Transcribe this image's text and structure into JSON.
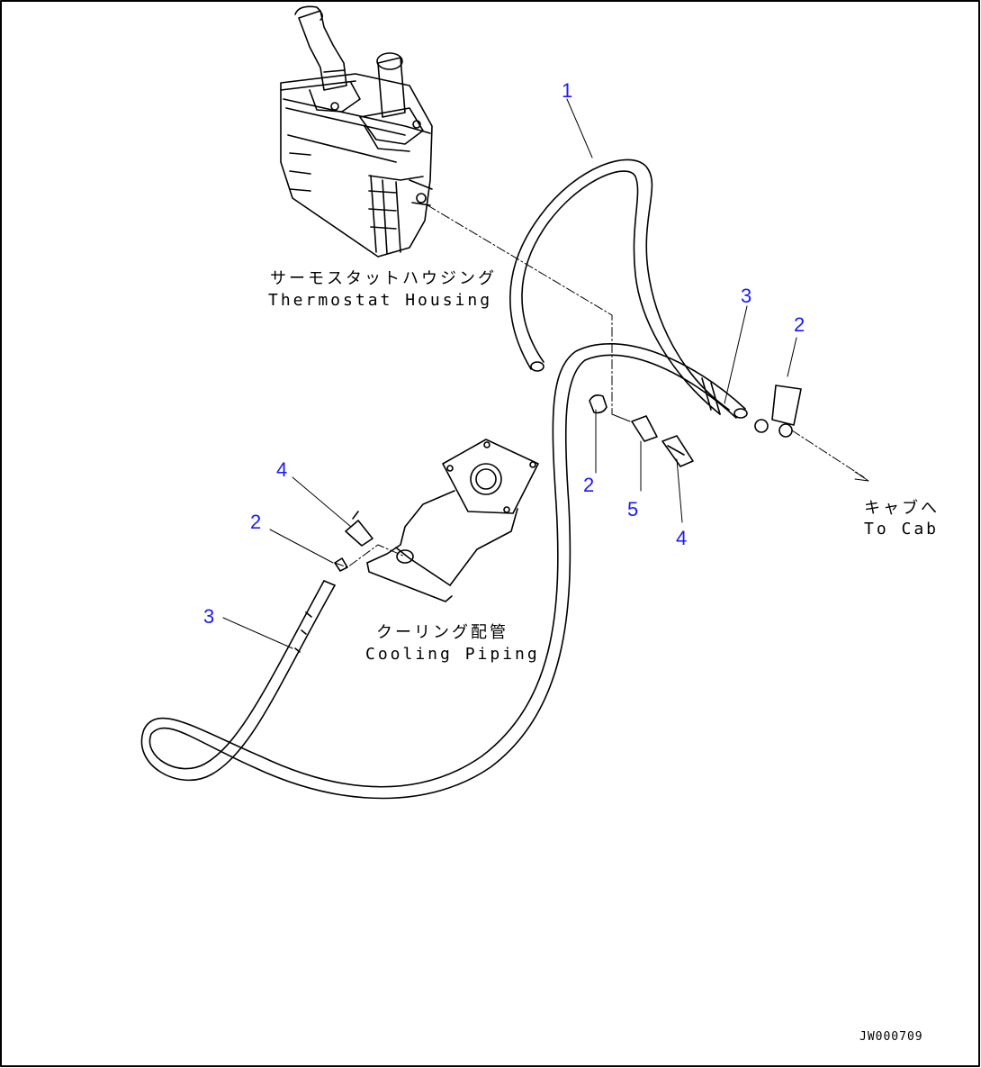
{
  "labels": {
    "thermostat_jp": "サーモスタットハウジング",
    "thermostat_en": "Thermostat Housing",
    "cooling_jp": "クーリング配管",
    "cooling_en": "Cooling Piping",
    "cab_jp": "キャブへ",
    "cab_en": "To Cab",
    "drawing_code": "JW000709"
  },
  "callouts": [
    "1",
    "3",
    "2",
    "2",
    "5",
    "4",
    "4",
    "2",
    "3"
  ],
  "colors": {
    "callout": "#1a1aff",
    "line": "#000000"
  }
}
